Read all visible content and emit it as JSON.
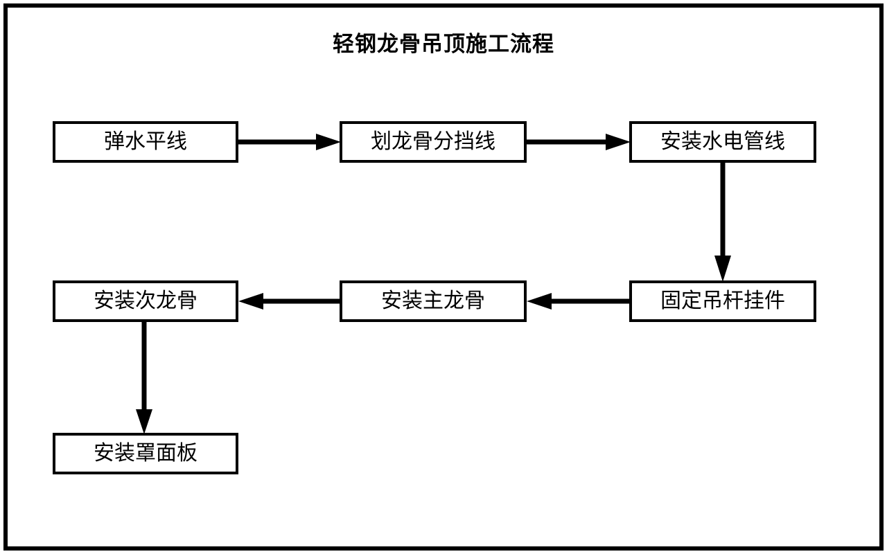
{
  "page": {
    "title": "轻钢龙骨吊顶施工流程",
    "background_color": "#ffffff",
    "line_color": "#000000",
    "border_color": "#000000"
  },
  "chart_data": {
    "type": "diagram",
    "diagram_kind": "flowchart",
    "title": "轻钢龙骨吊顶施工流程",
    "orientation": "serpentine-horizontal",
    "nodes": [
      {
        "id": "n0",
        "label": "弹水平线",
        "row": 1,
        "col": 1
      },
      {
        "id": "n1",
        "label": "划龙骨分挡线",
        "row": 1,
        "col": 2
      },
      {
        "id": "n2",
        "label": "安装水电管线",
        "row": 1,
        "col": 3
      },
      {
        "id": "n3",
        "label": "固定吊杆挂件",
        "row": 2,
        "col": 3
      },
      {
        "id": "n4",
        "label": "安装主龙骨",
        "row": 2,
        "col": 2
      },
      {
        "id": "n5",
        "label": "安装次龙骨",
        "row": 2,
        "col": 1
      },
      {
        "id": "n6",
        "label": "安装罩面板",
        "row": 3,
        "col": 1
      }
    ],
    "edges": [
      {
        "from": "n0",
        "to": "n1",
        "direction": "right"
      },
      {
        "from": "n1",
        "to": "n2",
        "direction": "right"
      },
      {
        "from": "n2",
        "to": "n3",
        "direction": "down"
      },
      {
        "from": "n3",
        "to": "n4",
        "direction": "left"
      },
      {
        "from": "n4",
        "to": "n5",
        "direction": "left"
      },
      {
        "from": "n5",
        "to": "n6",
        "direction": "down"
      }
    ],
    "legend": [],
    "annotations": []
  }
}
